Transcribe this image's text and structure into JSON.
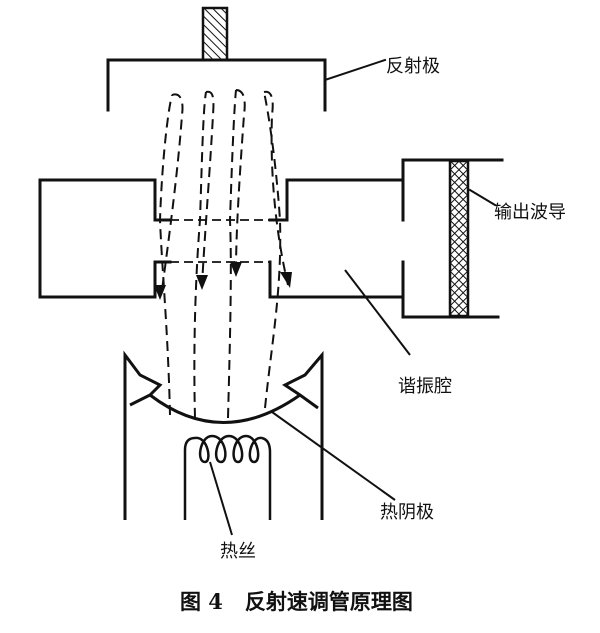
{
  "labels": {
    "reflector": "反射极",
    "output_waveguide": "输出波导",
    "resonant_cavity": "谐振腔",
    "hot_cathode": "热阴极",
    "filament": "热丝"
  },
  "caption": "图 4   反射速调管原理图",
  "colors": {
    "ink": "#111111",
    "background": "#ffffff"
  }
}
